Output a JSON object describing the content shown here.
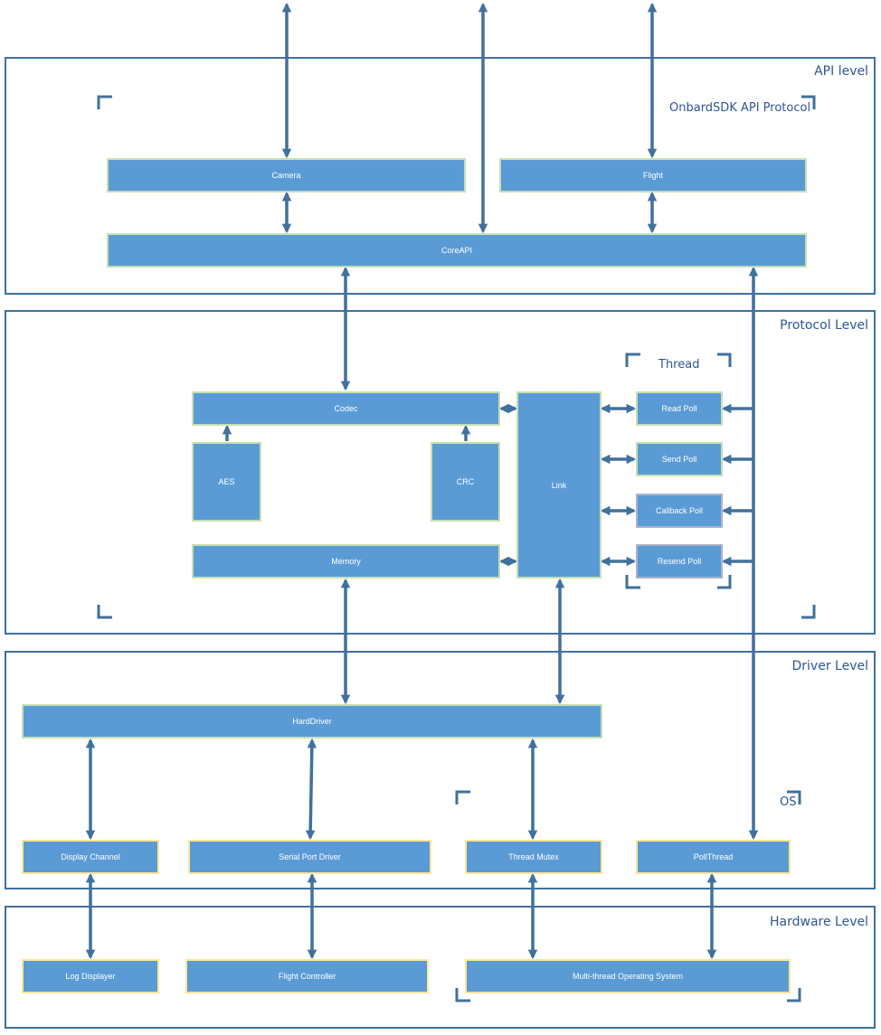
{
  "layers": {
    "api": "API level",
    "protocol": "Protocol Level",
    "driver": "Driver Level",
    "hardware": "Hardware Level"
  },
  "notes": {
    "sdk_protocol": "OnbardSDK API Protocol",
    "thread": "Thread",
    "os": "OS"
  },
  "boxes": {
    "camera": "Camera",
    "flight": "Flight",
    "coreapi": "CoreAPI",
    "codec": "Codec",
    "aes": "AES",
    "crc": "CRC",
    "memory": "Memory",
    "link": "Link",
    "read_poll": "Read Poll",
    "send_poll": "Send Poll",
    "callback_poll": "Callback Poll",
    "resend_poll": "Resend  Poll",
    "harddriver": "HardDriver",
    "display_channel": "Display Channel",
    "serial_port_driver": "Serial Port Driver",
    "thread_mutex": "Thread Mutex",
    "pollthread": "PollThread",
    "log_displayer": "Log Displayer",
    "flight_controller": "Flight Controller",
    "mt_os": "Multi-thread Operating System"
  },
  "colors": {
    "box_fill": "#5b9bd5",
    "layer_border": "#41719c",
    "arrow": "#41719c",
    "title_text": "#2f5597"
  }
}
